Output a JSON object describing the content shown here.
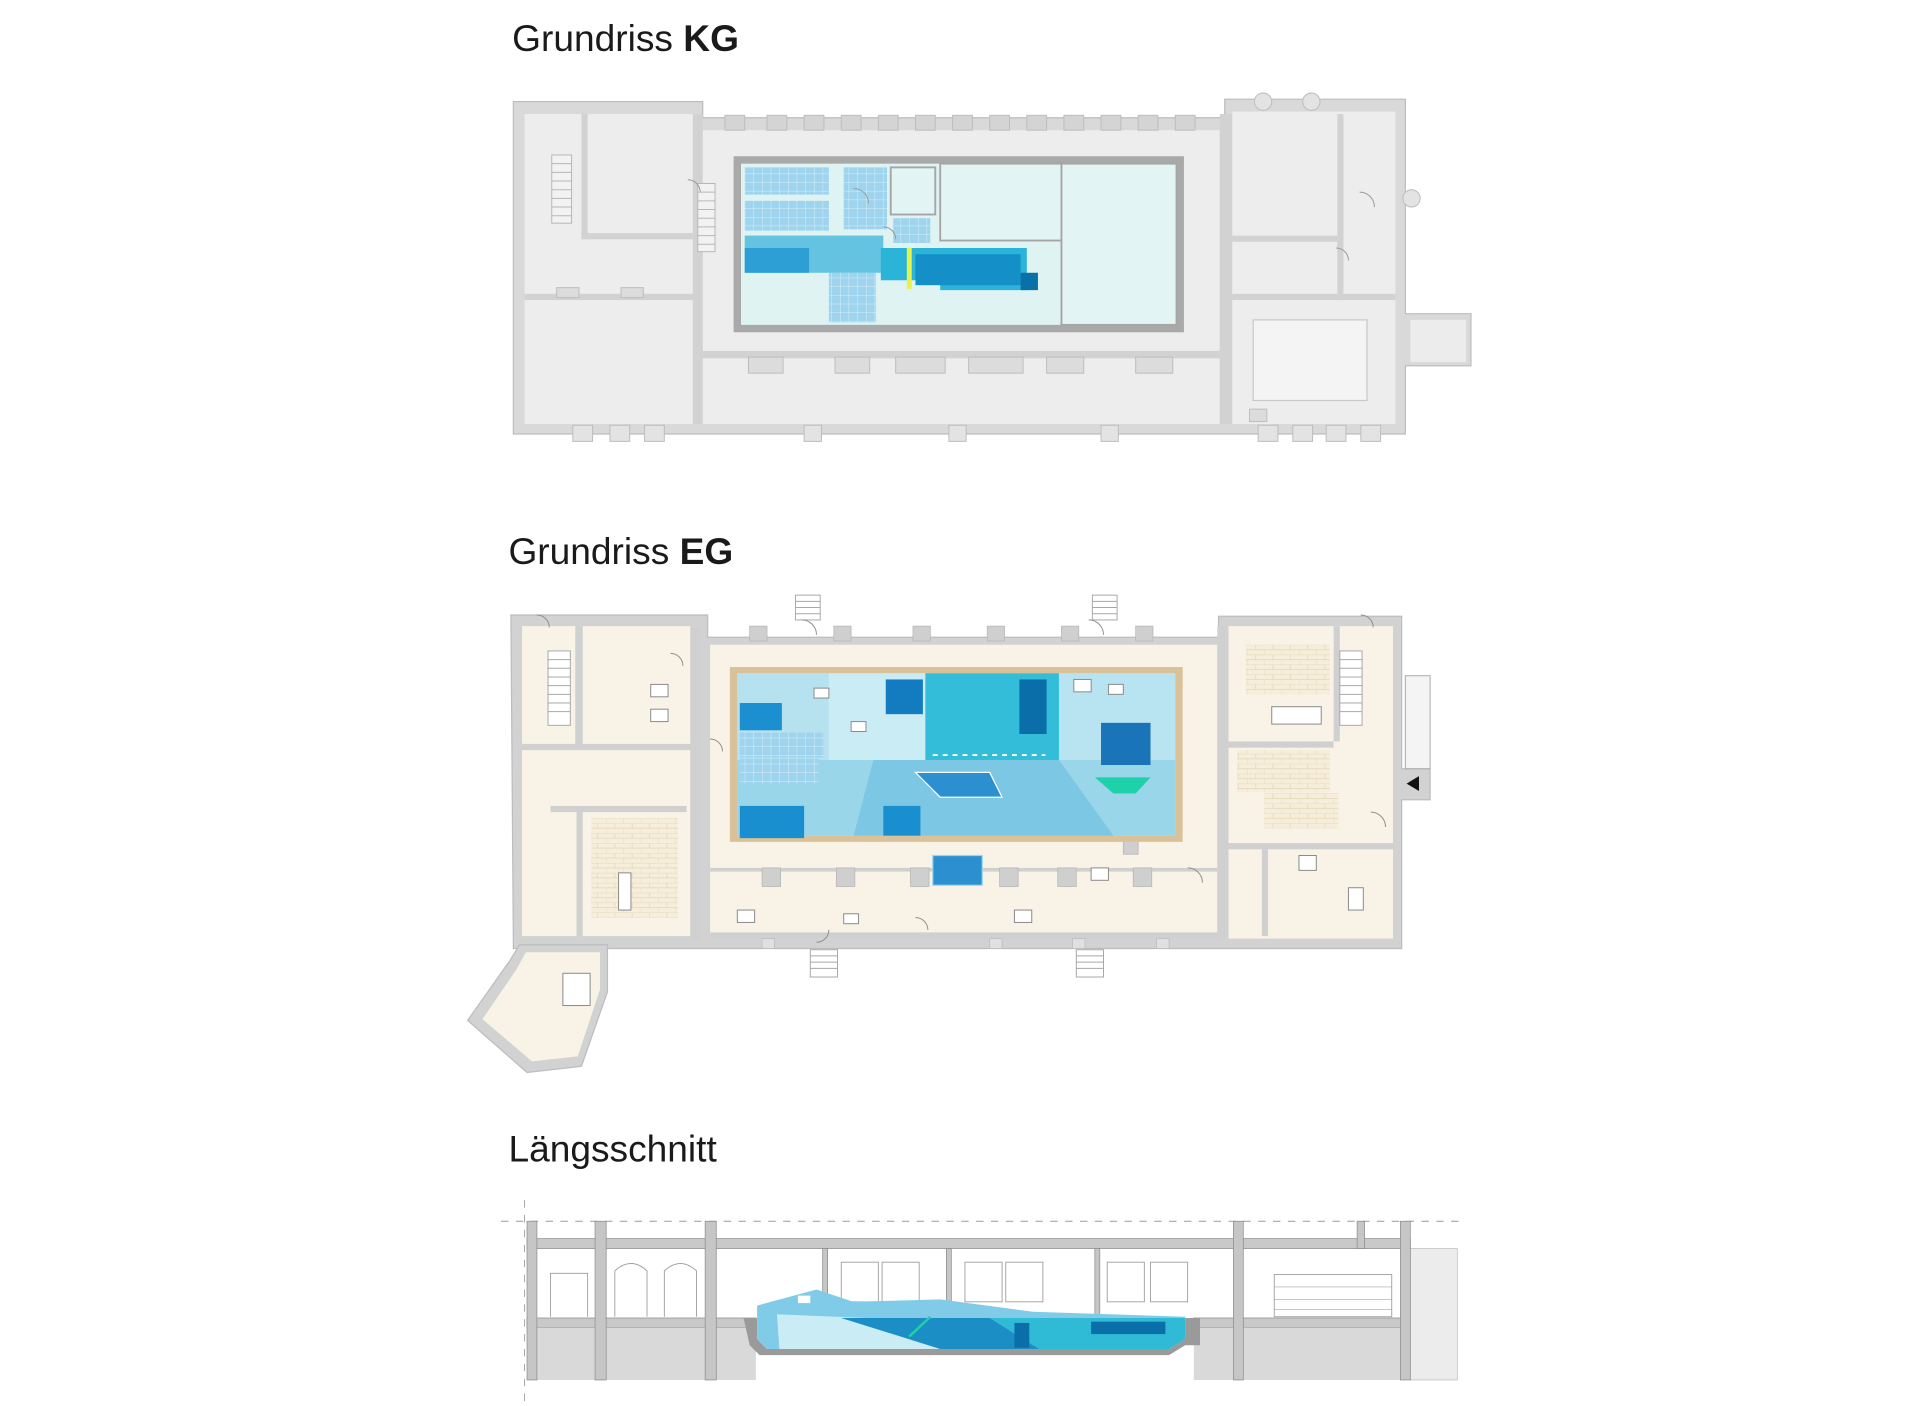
{
  "sections": {
    "kg": {
      "prefix": "Grundriss ",
      "suffix": "KG"
    },
    "eg": {
      "prefix": "Grundriss ",
      "suffix": "EG"
    },
    "section": {
      "label": "Längsschnitt"
    }
  },
  "colors": {
    "wall": "#d4d4d4",
    "floor_gray": "#ececec",
    "floor_cream": "#f8f3e6",
    "pool_light": "#dff3f3",
    "pool_mid": "#bfe6ef",
    "pool_cyan": "#2fbad6",
    "pool_blue": "#1b8ec5",
    "pool_dark": "#0a6ea8",
    "tile_blue": "#7fc7e6",
    "wood_frame": "#d9c29a",
    "accent_green": "#1fd1a8",
    "accent_yellow": "#e7f24c"
  }
}
